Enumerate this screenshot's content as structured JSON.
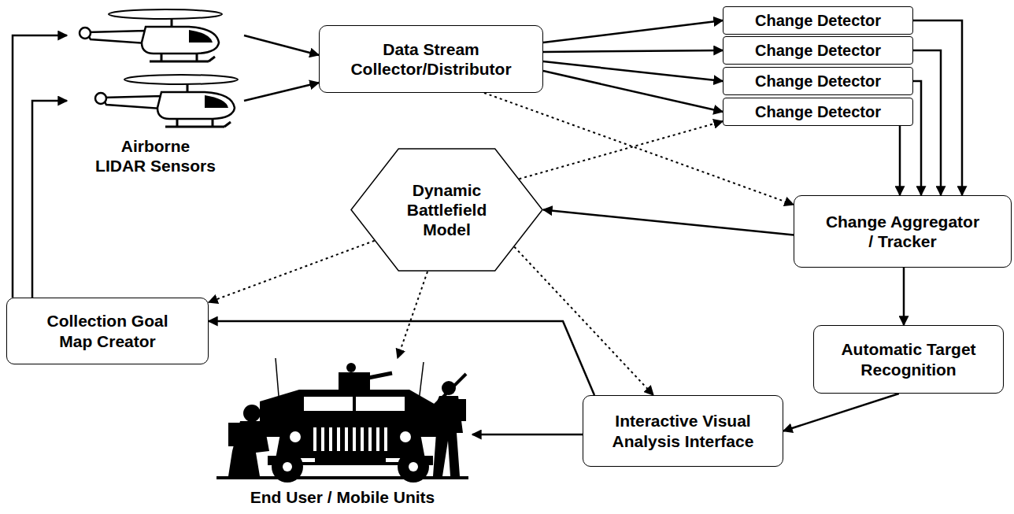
{
  "diagram": {
    "nodes": [
      {
        "text": [
          "Airborne LIDAR Sensors"
        ]
      },
      {
        "text": [
          "Data Stream Collector/Distributor"
        ]
      },
      {
        "text": [
          "Change Detector"
        ]
      },
      {
        "text": [
          "Change Detector"
        ]
      },
      {
        "text": [
          "Change Detector"
        ]
      },
      {
        "text": [
          "Change Detector"
        ]
      },
      {
        "text": [
          "Dynamic Battlefield Model"
        ]
      },
      {
        "text": [
          "Change Aggregator / Tracker"
        ]
      },
      {
        "text": [
          "Collection Goal Map Creator"
        ]
      },
      {
        "text": [
          "Automatic Target Recognition"
        ]
      },
      {
        "text": [
          "Interactive Visual Analysis Interface"
        ]
      },
      {
        "text": [
          "End User / Mobile Units"
        ]
      }
    ],
    "edges": [
      {
        "from": 8,
        "to": 0,
        "arrow": "to"
      },
      {
        "from": 8,
        "to": 0,
        "arrow": "to"
      },
      {
        "from": 0,
        "to": 1,
        "arrow": "to"
      },
      {
        "from": 0,
        "to": 1,
        "arrow": "to"
      },
      {
        "from": 1,
        "to": 2,
        "arrow": "to"
      },
      {
        "from": 1,
        "to": 3,
        "arrow": "to"
      },
      {
        "from": 1,
        "to": 4,
        "arrow": "to"
      },
      {
        "from": 1,
        "to": 5,
        "arrow": "to"
      },
      {
        "from": 1,
        "to": 7,
        "arrow": "to"
      },
      {
        "from": 6,
        "to": 5,
        "arrow": "to"
      },
      {
        "from": 2,
        "to": 7,
        "arrow": "to"
      },
      {
        "from": 3,
        "to": 7,
        "arrow": "to"
      },
      {
        "from": 4,
        "to": 7,
        "arrow": "to"
      },
      {
        "from": 5,
        "to": 7,
        "arrow": "to"
      },
      {
        "from": 7,
        "to": 6,
        "arrow": "to"
      },
      {
        "from": 7,
        "to": 9,
        "arrow": "to"
      },
      {
        "from": 6,
        "to": 8,
        "arrow": "to"
      },
      {
        "from": 6,
        "to": 11,
        "arrow": "to"
      },
      {
        "from": 6,
        "to": 10,
        "arrow": "to"
      },
      {
        "from": 10,
        "to": 8,
        "arrow": "to"
      },
      {
        "from": 9,
        "to": 10,
        "arrow": "to"
      },
      {
        "from": 10,
        "to": 11,
        "arrow": "to"
      }
    ]
  }
}
